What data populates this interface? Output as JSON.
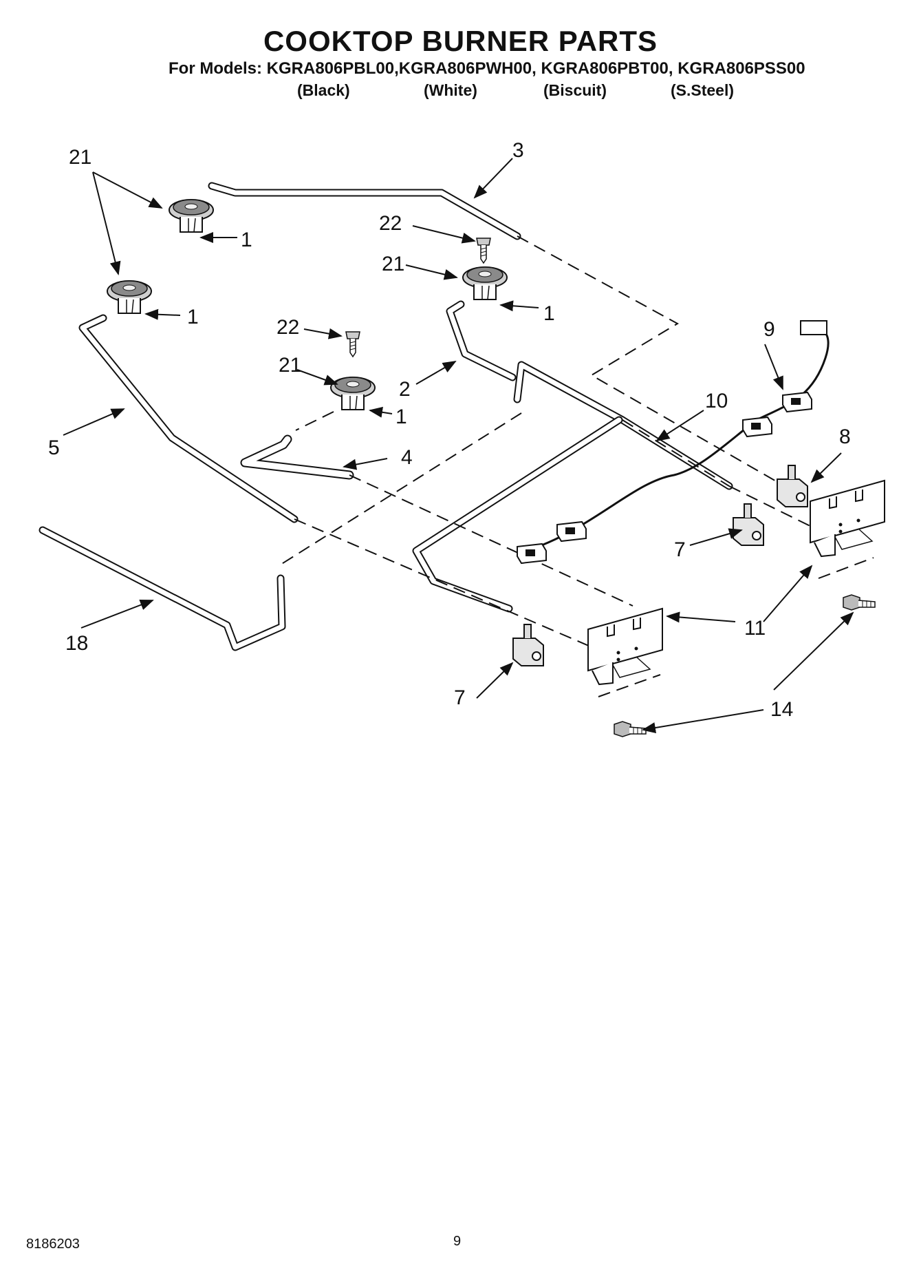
{
  "header": {
    "title": "COOKTOP BURNER PARTS",
    "models_line": "For Models: KGRA806PBL00,KGRA806PWH00, KGRA806PBT00, KGRA806PSS00",
    "colors": [
      "(Black)",
      "(White)",
      "(Biscuit)",
      "(S.Steel)"
    ]
  },
  "callouts": {
    "c21a": "21",
    "c3": "3",
    "c1a": "1",
    "c22a": "22",
    "c21b": "21",
    "c1b": "1",
    "c21c": "21",
    "c1c": "1",
    "c22b": "22",
    "c21d": "21",
    "c9": "9",
    "c1d": "1",
    "c2": "2",
    "c10": "10",
    "c5": "5",
    "c4": "4",
    "c8": "8",
    "c7a": "7",
    "c11a": "11",
    "c11b": "11",
    "c18": "18",
    "c7b": "7",
    "c14": "14"
  },
  "footer": {
    "doc_number": "8186203",
    "page_number": "9"
  },
  "colors_palette": {
    "ink": "#111111",
    "background": "#ffffff",
    "part_shade": "#d9d9d9"
  }
}
